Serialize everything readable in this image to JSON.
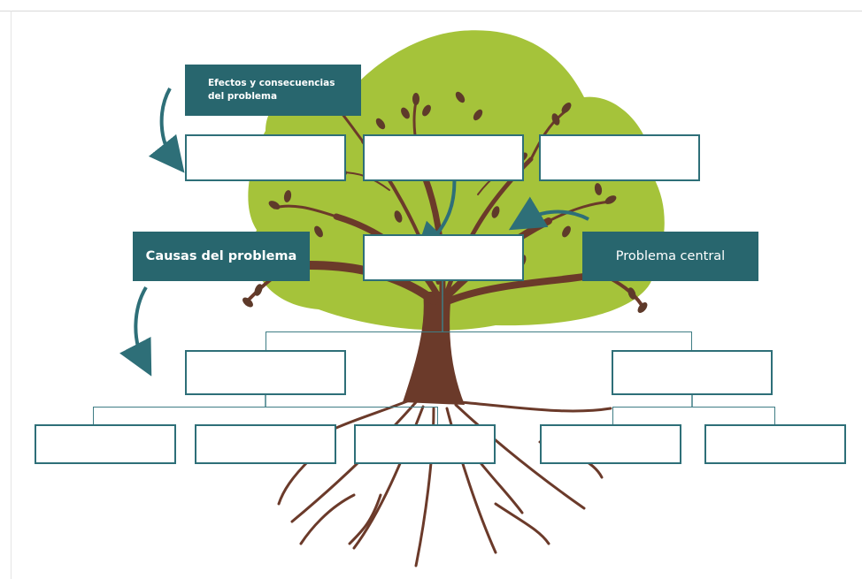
{
  "labels": {
    "effects": "Efectos y consecuencias del problema",
    "causes": "Causas del problema",
    "central_problem": "Problema central"
  },
  "colors": {
    "label_fill": "#28666e",
    "box_border": "#2e6f78",
    "foliage": "#a5c33a",
    "trunk": "#6b3a2a",
    "leaf_dark": "#5e3a2a"
  },
  "icons": {
    "effects_arrow": "curved-arrow-down-right",
    "causes_arrow": "curved-arrow-down",
    "center_arrow": "curved-arrow-down-left",
    "central_arrow": "curved-arrow-left"
  }
}
